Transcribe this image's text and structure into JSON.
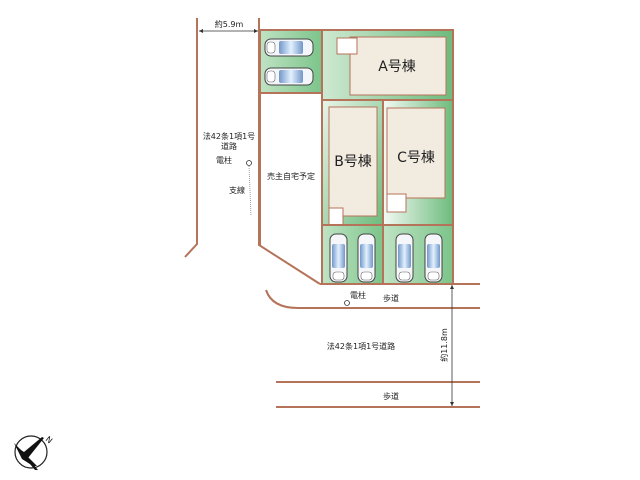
{
  "colors": {
    "boundary": "#b5735a",
    "lot_green": "#7cc48a",
    "lot_light": "#d9eed9",
    "building": "#f2ebe0",
    "car_glass": "#9cc8ea"
  },
  "dimensions": {
    "road_width_left": "約5.9m",
    "road_width_bottom": "約11.8m"
  },
  "left_road": {
    "label_line1": "法42条1項1号",
    "label_line2": "道路",
    "pole": "電柱",
    "guy_wire": "支線"
  },
  "lots": {
    "a": "A号棟",
    "b": "B号棟",
    "c": "C号棟",
    "seller": "売主自宅予定"
  },
  "bottom_road": {
    "pole": "電柱",
    "sidewalk_top": "歩道",
    "road": "法42条1項1号道路",
    "sidewalk_bottom": "歩道"
  },
  "compass": {
    "icon": "north-arrow-icon",
    "letter": "N"
  }
}
